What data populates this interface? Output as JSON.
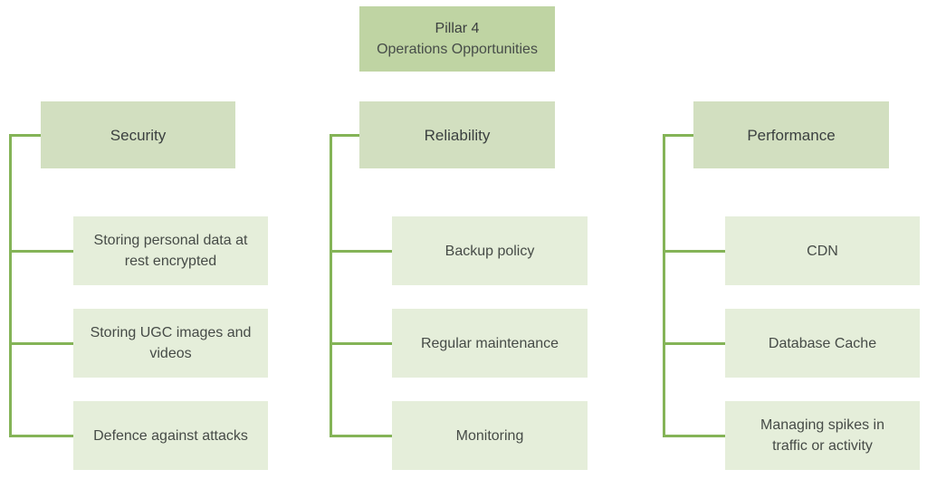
{
  "diagram": {
    "root": {
      "title": "Pillar 4",
      "subtitle": "Operations Opportunities"
    },
    "columns": [
      {
        "header": "Security",
        "items": [
          "Storing personal data at rest encrypted",
          "Storing UGC images and videos",
          "Defence against attacks"
        ]
      },
      {
        "header": "Reliability",
        "items": [
          "Backup policy",
          "Regular maintenance",
          "Monitoring"
        ]
      },
      {
        "header": "Performance",
        "items": [
          "CDN",
          "Database Cache",
          "Managing spikes in traffic or activity"
        ]
      }
    ],
    "colors": {
      "root_box_fill": "#bfd4a3",
      "header_box_fill": "#d2dfc0",
      "item_box_fill": "#e5eeda",
      "connector_line": "#84b457",
      "text": "#3f4444",
      "background": "#ffffff"
    }
  }
}
